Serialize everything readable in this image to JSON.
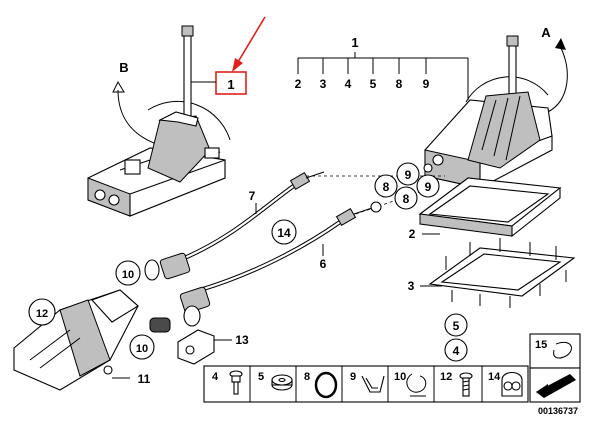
{
  "diagram": {
    "view_labels": {
      "a": "A",
      "b": "B"
    },
    "callout_highlight": {
      "label": "1",
      "color": "#e0201b"
    },
    "group": {
      "label": "1",
      "sub_labels": [
        "2",
        "3",
        "4",
        "5",
        "8",
        "9"
      ]
    },
    "callouts": {
      "c1_box": "1",
      "c2": "2",
      "c3": "3",
      "c6": "6",
      "c7": "7",
      "c11": "11",
      "c13": "13"
    },
    "circled": {
      "c9a": "9",
      "c8a": "8",
      "c9b": "9",
      "c8b": "8",
      "c14": "14",
      "c10a": "10",
      "c10b": "10",
      "c12": "12",
      "c5": "5",
      "c4": "4"
    },
    "legend": {
      "cells": [
        "4",
        "5",
        "8",
        "9",
        "10",
        "12",
        "14"
      ],
      "right_cell": "15"
    },
    "drawing_number": "00136737"
  }
}
